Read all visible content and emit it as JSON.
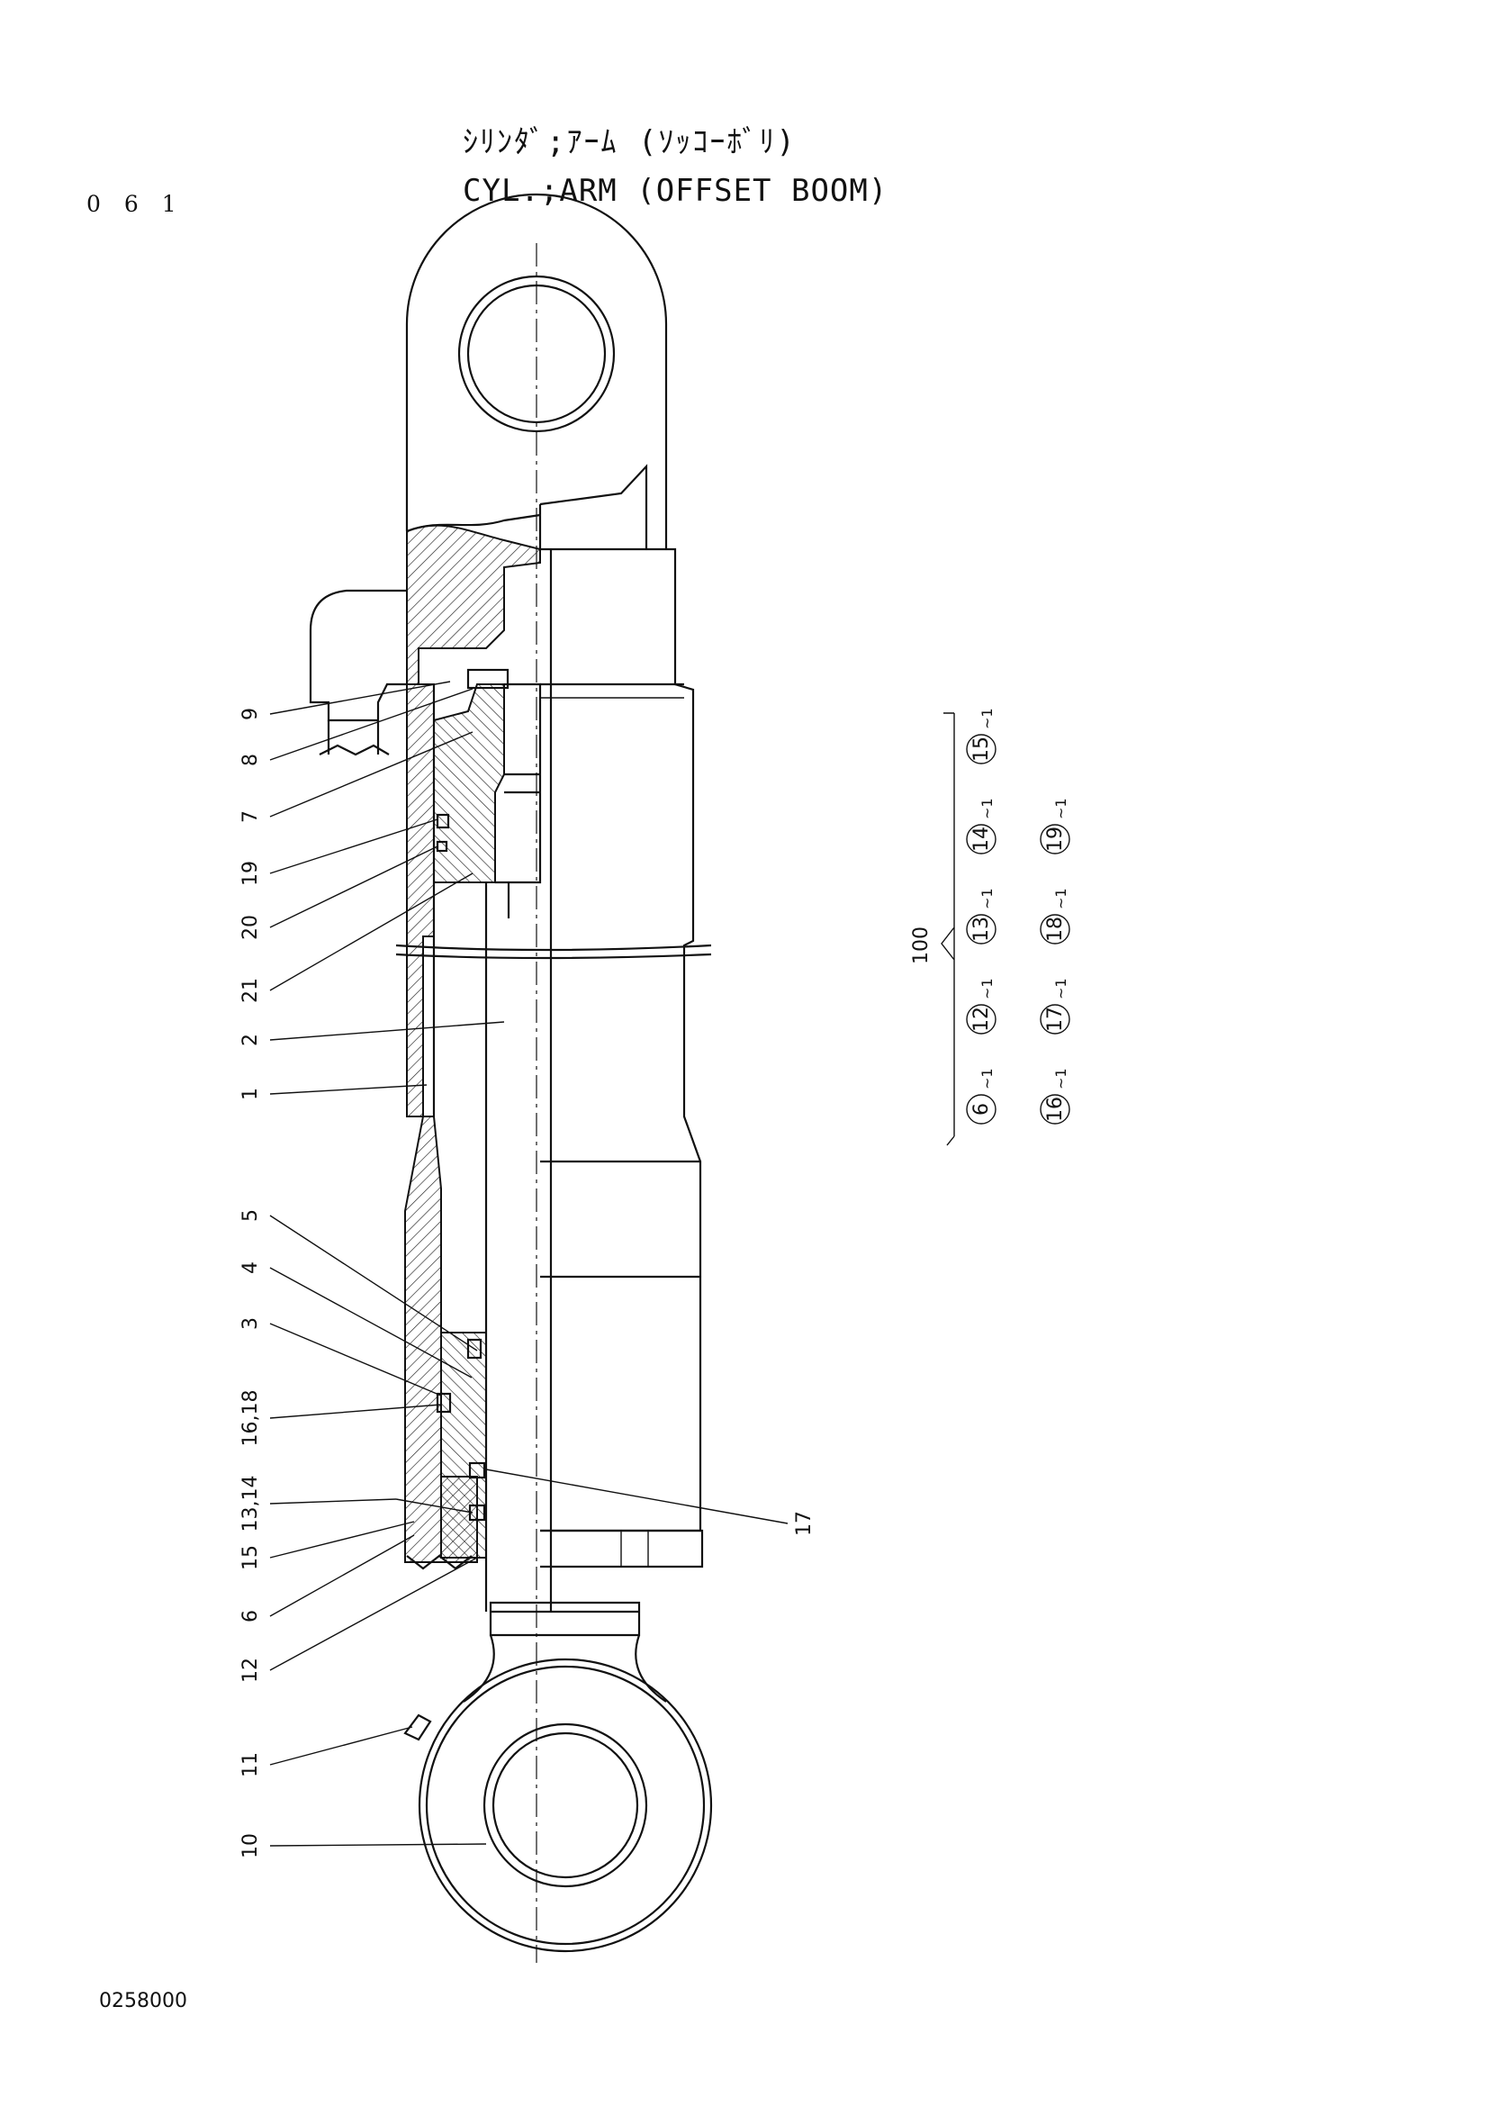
{
  "header": {
    "page_number": "0 6 1",
    "title_jp": "ｼﾘﾝﾀﾞ;ｱｰﾑ (ｿｯｺｰﾎﾞﾘ)",
    "title_en": "CYL.;ARM (OFFSET BOOM)"
  },
  "callouts": [
    "9",
    "8",
    "7",
    "19",
    "20",
    "21",
    "2",
    "1",
    "5",
    "4",
    "3",
    "16,18",
    "13,14",
    "15",
    "6",
    "12",
    "11",
    "10",
    "17"
  ],
  "kit": {
    "label": "100",
    "row1": [
      "6",
      "12",
      "13",
      "14",
      "15"
    ],
    "row2": [
      "16",
      "17",
      "18",
      "19"
    ],
    "suffix": "~1"
  },
  "footer": {
    "doc_code": "0258000"
  }
}
